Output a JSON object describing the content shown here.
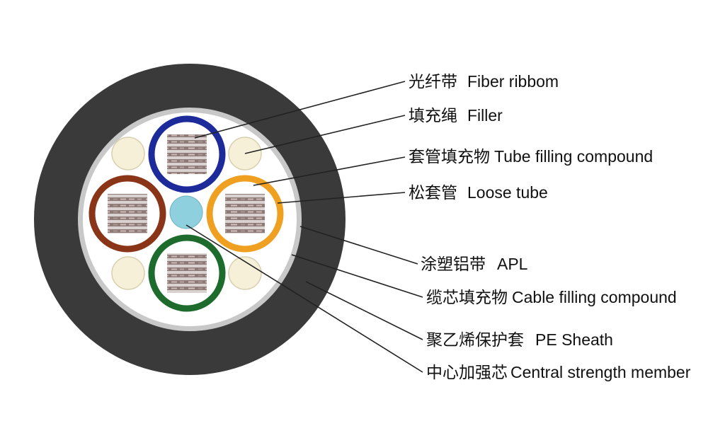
{
  "labels": [
    {
      "zh": "光纤带",
      "en": "Fiber ribbom"
    },
    {
      "zh": "填充绳",
      "en": "Filler"
    },
    {
      "zh": "套管填充物",
      "en": "Tube filling compound"
    },
    {
      "zh": "松套管",
      "en": "Loose tube"
    },
    {
      "zh": "涂塑铝带",
      "en": "APL"
    },
    {
      "zh": "缆芯填充物",
      "en": "Cable filling compound"
    },
    {
      "zh": "聚乙烯保护套",
      "en": "PE Sheath"
    },
    {
      "zh": "中心加强芯",
      "en": "Central strength member"
    }
  ],
  "colors": {
    "sheath": "#3a3a3a",
    "apl": "#c8c8c8",
    "core_fill": "#ffffff",
    "tube_blue": "#1c2a9a",
    "tube_orange": "#f0a020",
    "tube_brown": "#8a3418",
    "tube_green": "#1e6b2e",
    "filler": "#f6f0d8",
    "strength_member": "#8fd0de"
  }
}
